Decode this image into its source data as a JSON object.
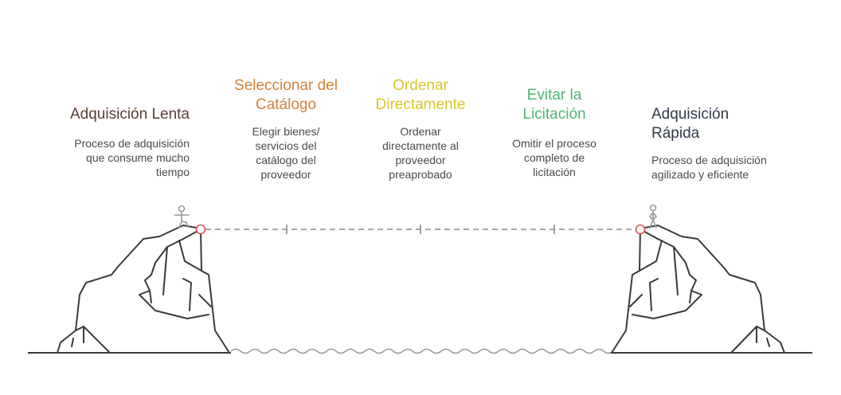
{
  "colors": {
    "start": "#5a3d36",
    "step1": "#d4823a",
    "step2": "#d9c72a",
    "step3": "#4db673",
    "end": "#2f3a4a",
    "desc": "#4a4a4a",
    "line": "#8a8a8a",
    "marker": "#d9534f",
    "cliff": "#3a3a3a",
    "wave": "#9a9a9a"
  },
  "start": {
    "title": "Adquisición Lenta",
    "description": "Proceso de adquisición\nque consume mucho\ntiempo"
  },
  "steps": [
    {
      "title": "Seleccionar del\nCatálogo",
      "description": "Elegir bienes/\nservicios del\ncatálogo del\nproveedor"
    },
    {
      "title": "Ordenar\nDirectamente",
      "description": "Ordenar\ndirectamente al\nproveedor\npreaprobado"
    },
    {
      "title": "Evitar la\nLicitación",
      "description": "Omitir el proceso\ncompleto de\nlicitación"
    }
  ],
  "end": {
    "title": "Adquisición\nRápida",
    "description": "Proceso de adquisición\nagilizado y eficiente"
  },
  "icons": {
    "left_figure": "standing-person-icon",
    "right_figure": "standing-person-icon"
  }
}
